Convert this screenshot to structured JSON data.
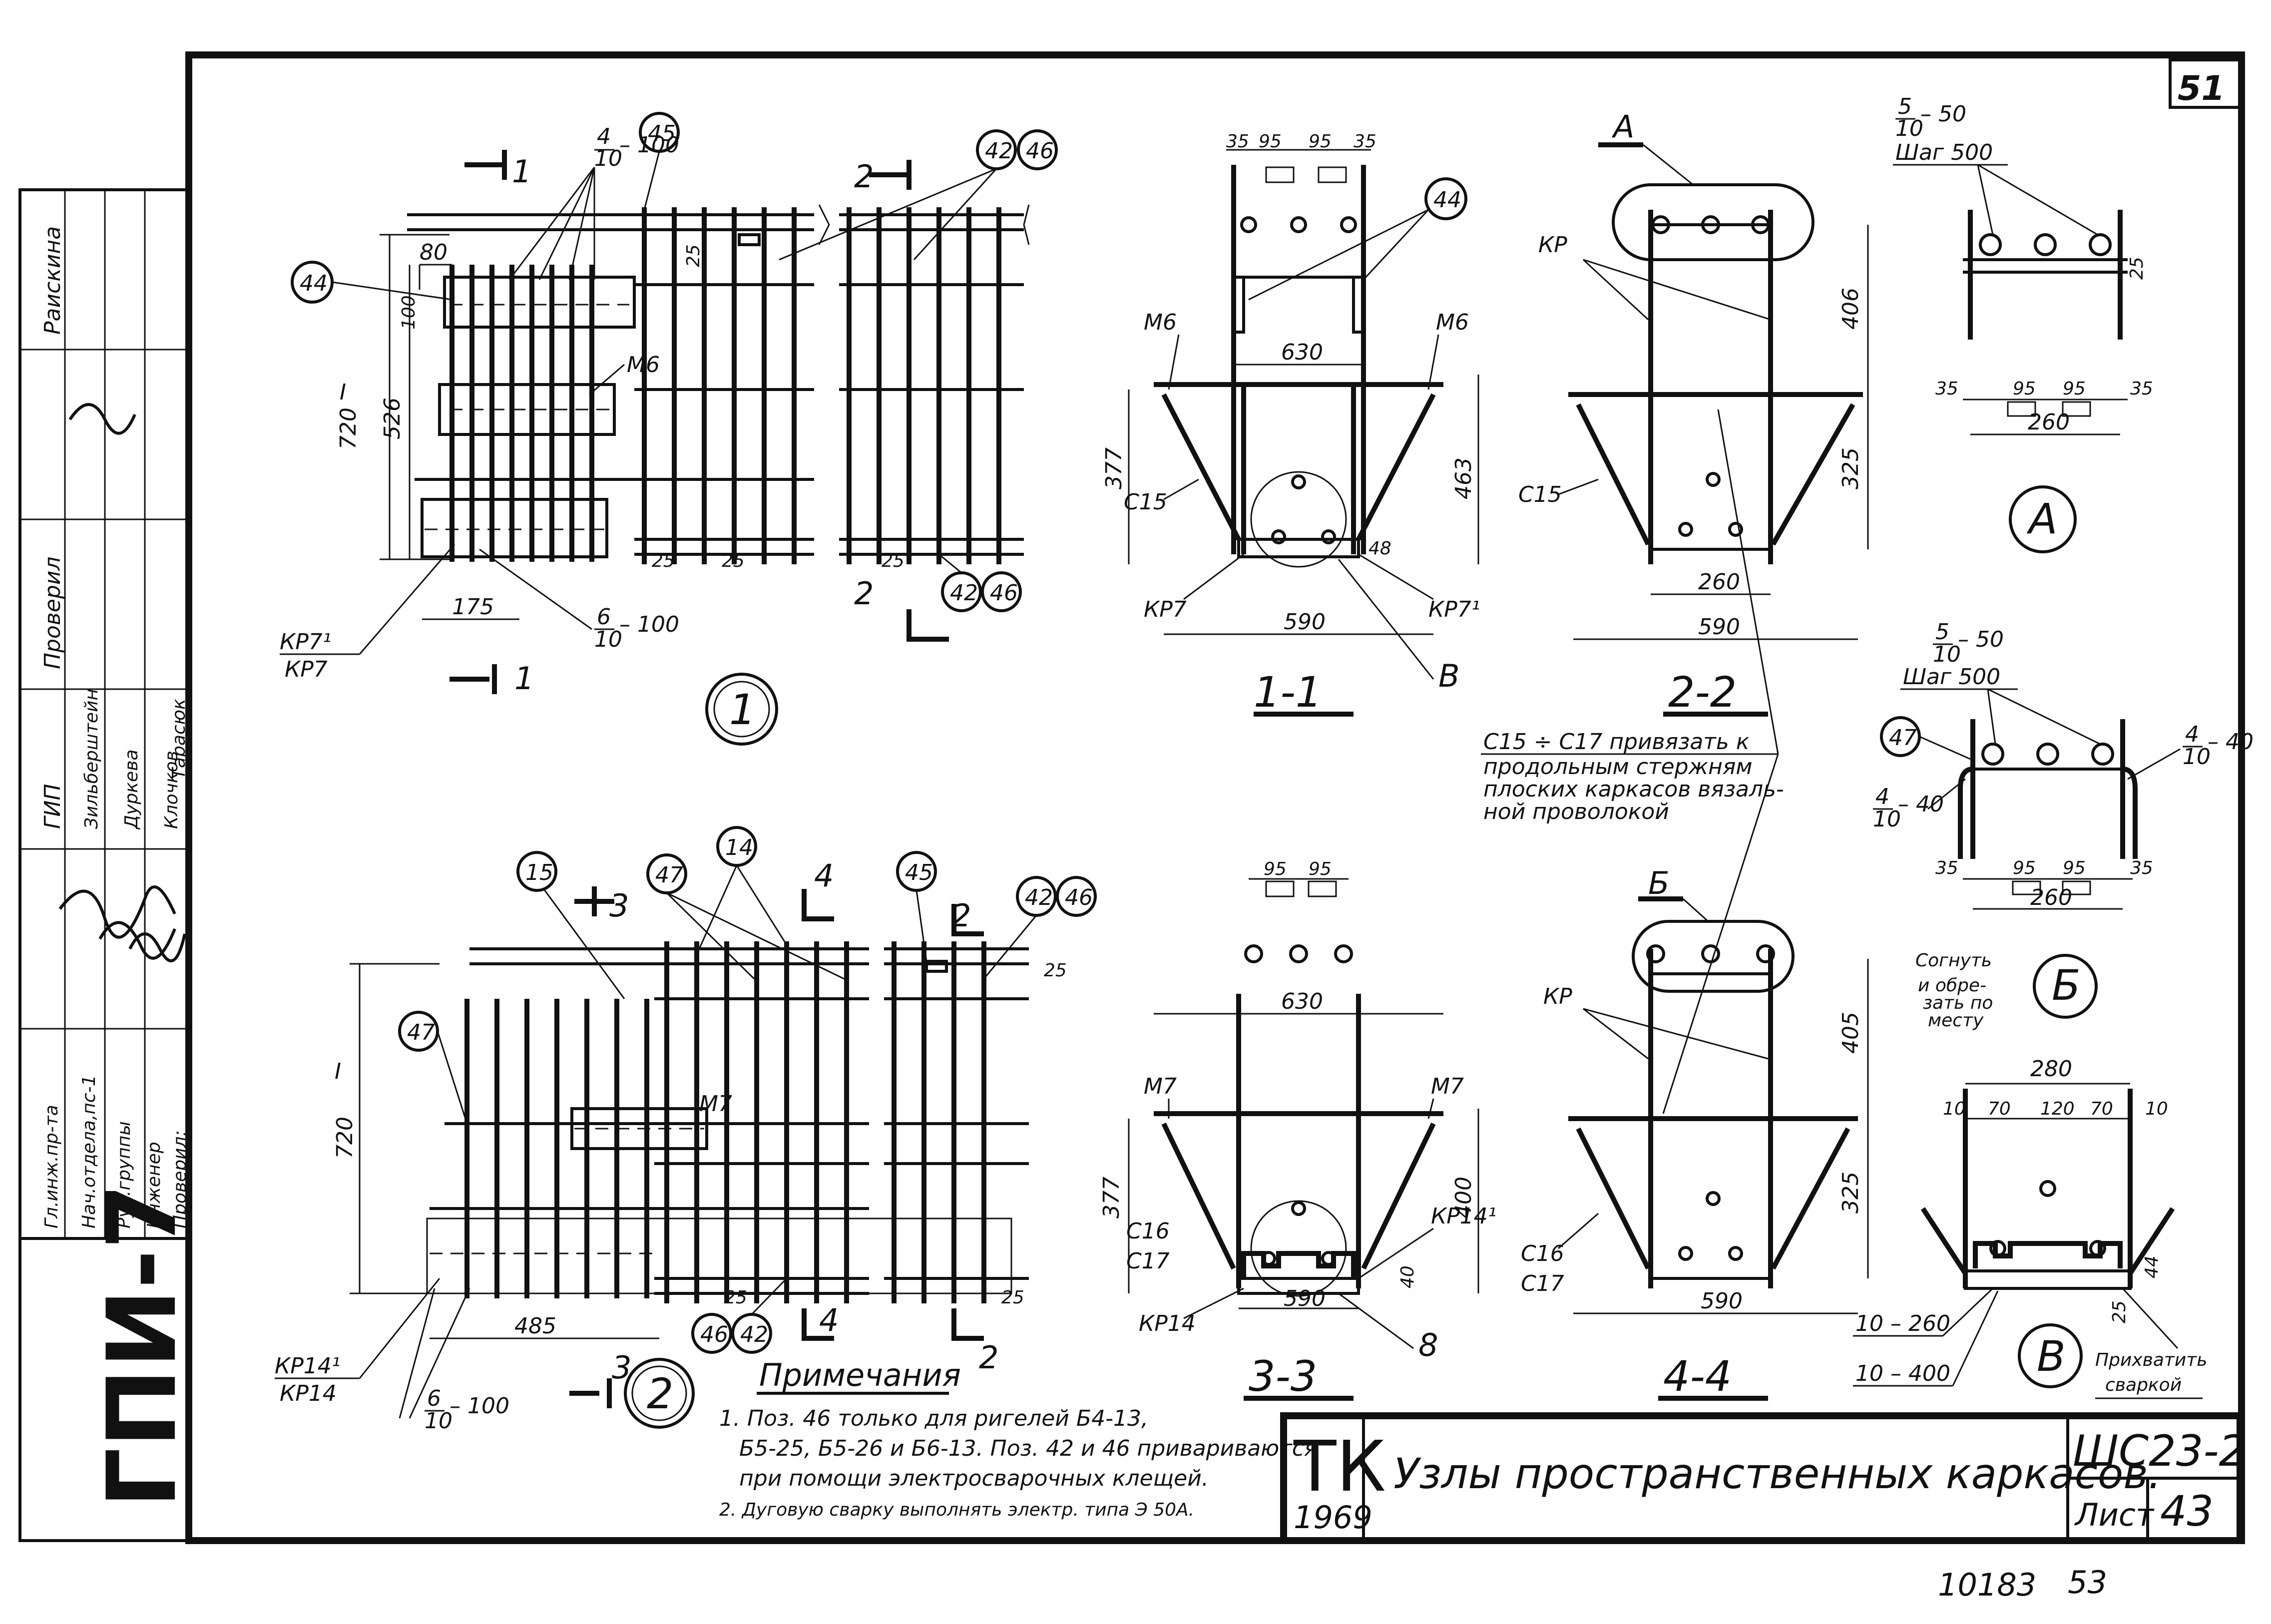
{
  "sheet": {
    "page_number": "51",
    "stamp_vertical": "ГПИ-7",
    "series_code": "ТК",
    "series_year": "1969",
    "title": "Узлы пространственных каркасов.",
    "doc_code": "ШС23-2",
    "sheet_label": "Лист",
    "sheet_number": "43",
    "archive_number": "10183",
    "archive_page": "53"
  },
  "side_stamp": {
    "roles": [
      "Гл.инж.пр-та",
      "Нач.отдела,пс-1",
      "Рук.группы",
      "Инженер",
      "Проверил:"
    ],
    "names": [
      "Зильберштейн",
      "Дуркева",
      "Клочков",
      "Тарасюк"
    ],
    "name_gip": "ГИП",
    "checked": "Проверил",
    "checker": "Раискина"
  },
  "views": {
    "v1": {
      "mark": "1",
      "cut_1": "1",
      "cut_2": "2"
    },
    "v2": {
      "mark": "2",
      "cut_3": "3",
      "cut_4": "4",
      "cut_2": "2"
    },
    "s11": {
      "label": "1-1"
    },
    "s22": {
      "label": "2-2"
    },
    "s33": {
      "label": "3-3"
    },
    "s44": {
      "label": "4-4"
    },
    "A": {
      "mark": "А"
    },
    "B": {
      "mark": "Б"
    },
    "V": {
      "mark": "В"
    }
  },
  "callouts": [
    "45",
    "42",
    "46",
    "44",
    "15",
    "47",
    "14"
  ],
  "labels": {
    "rebar_4_10_100_num": "4",
    "rebar_4_10_100_den": "10",
    "rebar_4_10_100_tail": "– 100",
    "rebar_6_10_100_num": "6",
    "rebar_6_10_100_den": "10",
    "rebar_6_10_100_tail": "– 100",
    "rebar_5_10_50_num": "5",
    "rebar_5_10_50_den": "10",
    "rebar_5_10_50_tail": "– 50",
    "step_500": "Шаг 500",
    "rebar_4_10_40_num": "4",
    "rebar_4_10_40_den": "10",
    "rebar_4_10_40_tail": "– 40",
    "m6": "М6",
    "m7": "М7",
    "kp": "КР",
    "kp7": "КР7",
    "kp7p": "КР7¹",
    "kp14": "КР14",
    "kp14p": "КР14¹",
    "c15": "С15",
    "c16": "С16",
    "c17": "С17",
    "note_c15": "С15 ÷ С17 привязать к",
    "note_c15_2": "продольным стержням",
    "note_c15_3": "плоских каркасов вязаль-",
    "note_c15_4": "ной проволокой",
    "bend": "Согнуть",
    "bend2": "и обре-",
    "bend3": "зать по",
    "bend4": "месту",
    "weld": "Прихватить",
    "weld2": "сваркой",
    "bar_10_260": "10 – 260",
    "bar_10_400": "10 – 400",
    "v_letter": "В",
    "b_letter": "Б",
    "a_letter": "А",
    "eight": "8",
    "i_beam": "I"
  },
  "dims": {
    "d80": "80",
    "d100": "100",
    "d720": "720",
    "d526": "526",
    "d175": "175",
    "d25": "25",
    "d485": "485",
    "d35": "35",
    "d95": "95",
    "d630": "630",
    "d377": "377",
    "d463": "463",
    "d48": "48",
    "d590": "590",
    "d406": "406",
    "d325": "325",
    "d260": "260",
    "d405": "405",
    "d400": "400",
    "d40": "40",
    "d280": "280",
    "d10": "10",
    "d70": "70",
    "d120": "120",
    "d44": "44"
  },
  "notes": {
    "heading": "Примечания",
    "n1a": "1. Поз. 46 только для ригелей Б4-13,",
    "n1b": "Б5-25, Б5-26 и Б6-13. Поз. 42 и 46 привариваются",
    "n1c": "при помощи электросварочных клещей.",
    "n2": "2. Дуговую сварку выполнять электр. типа Э 50А."
  }
}
